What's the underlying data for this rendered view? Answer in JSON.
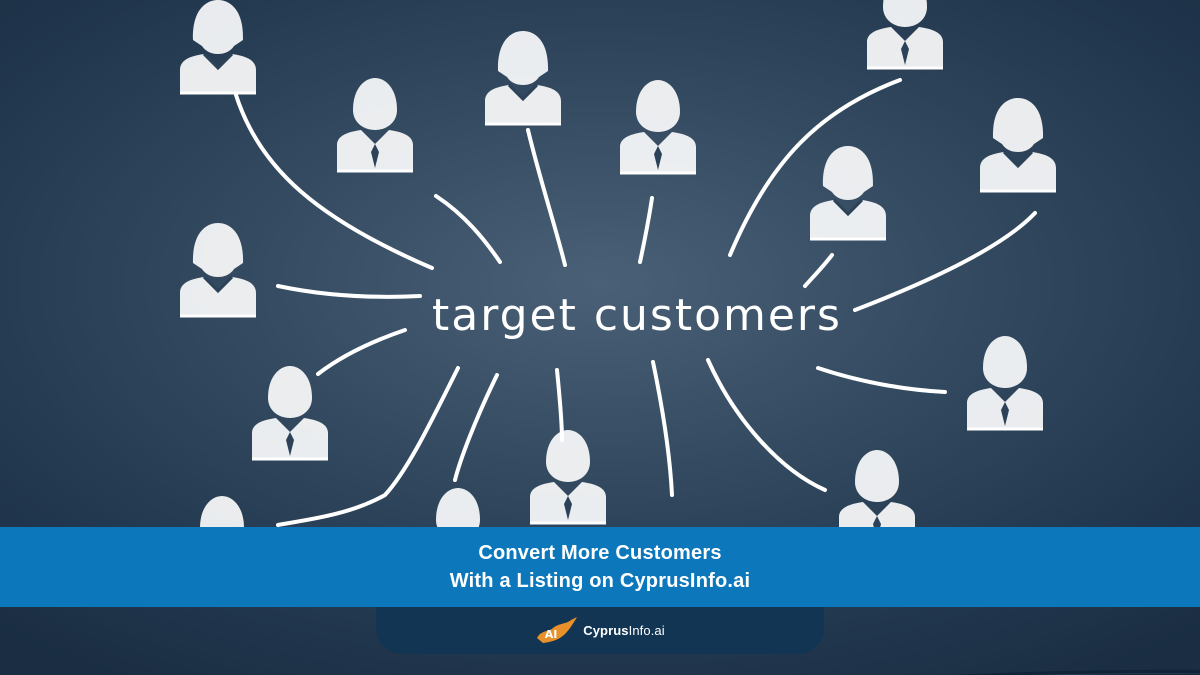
{
  "headline": {
    "chalk_text": "target customers"
  },
  "banner": {
    "line1": "Convert More Customers",
    "line2": "With a Listing on CyprusInfo.ai"
  },
  "logo": {
    "mark_text": "AI",
    "name_bold": "Cyprus",
    "name_light": "Info.ai"
  },
  "colors": {
    "banner_blue": "#0c78bb",
    "logo_tab_navy": "#123553",
    "accent_orange": "#e8912a",
    "chalk_white": "#ffffff"
  },
  "icons": [
    "person-male-icon",
    "person-female-icon",
    "cyprus-map-icon"
  ]
}
